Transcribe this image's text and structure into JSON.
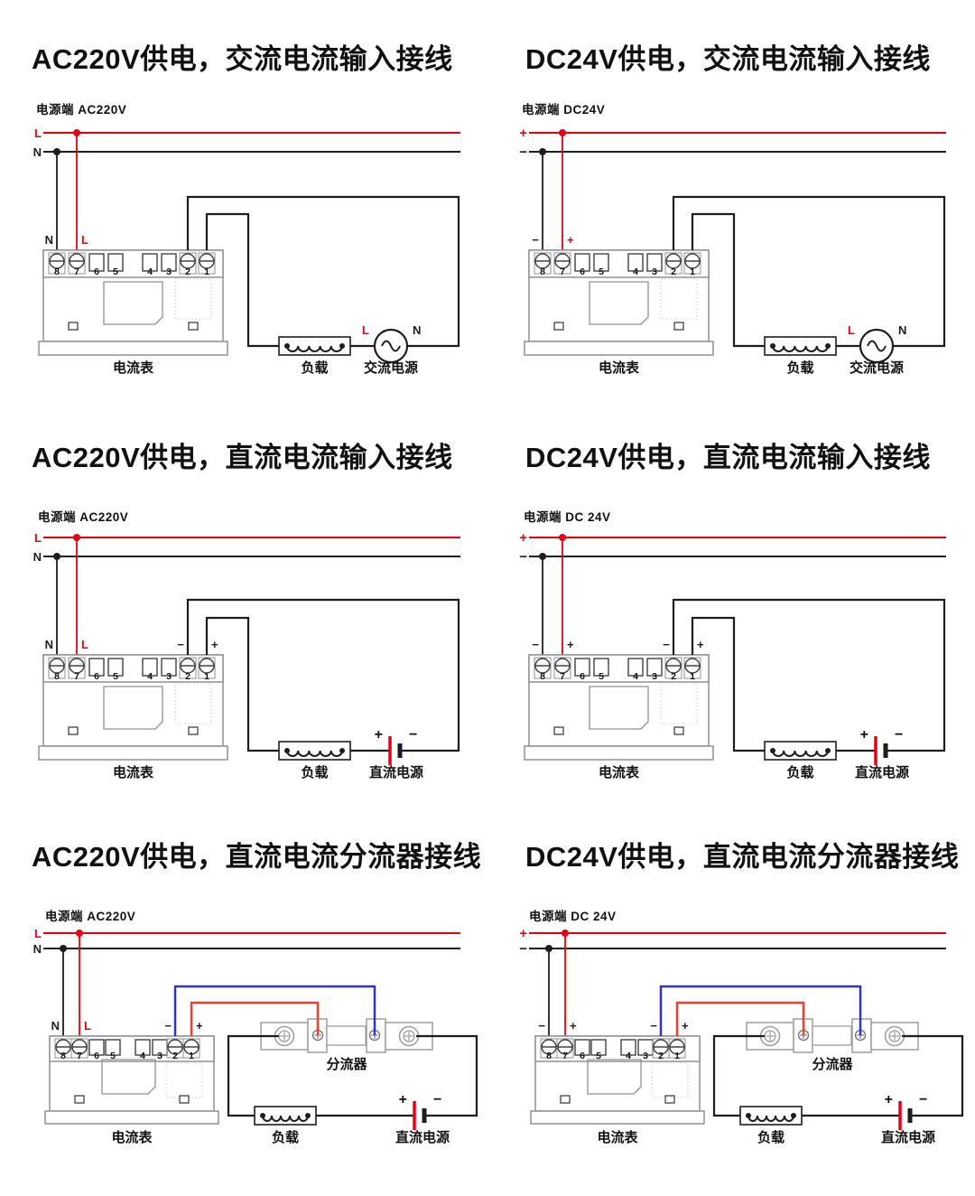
{
  "colors": {
    "wire_red": "#e60012",
    "wire_black": "#1d1d1d",
    "wire_blue": "#2d35c8",
    "wire_orange_red": "#e8432a",
    "outline_gray": "#8e9093",
    "screw_gray": "#3f4143",
    "shunt_gray": "#9b9da0",
    "dashed_hint": "#ccd8f0",
    "text_black": "#111111"
  },
  "shared": {
    "terminal_numbers": [
      "8",
      "7",
      "6",
      "5",
      "4",
      "3",
      "2",
      "1"
    ],
    "meter_label": "电流表",
    "load_label": "负载",
    "ac_source_label": "交流电源",
    "dc_source_label": "直流电源",
    "shunt_label": "分流器",
    "plus": "+",
    "minus": "−",
    "live": "L",
    "neutral": "N"
  },
  "panels": [
    {
      "title": "AC220V供电，交流电流输入接线",
      "power_label": "电源端 AC220V",
      "bus_top": "L",
      "bus_bottom": "N",
      "term8": "N",
      "term7": "L",
      "term7_red": true,
      "term2": "",
      "term1": "",
      "circuit": "ac",
      "source_label": "交流电源",
      "source_left": "L",
      "source_right": "N"
    },
    {
      "title": "DC24V供电，交流电流输入接线",
      "power_label": "电源端 DC24V",
      "bus_top": "+",
      "bus_bottom": "−",
      "term8": "−",
      "term7": "+",
      "term7_red": true,
      "term2": "",
      "term1": "",
      "circuit": "ac",
      "source_label": "交流电源",
      "source_left": "L",
      "source_right": "N"
    },
    {
      "title": "AC220V供电，直流电流输入接线",
      "power_label": "电源端 AC220V",
      "bus_top": "L",
      "bus_bottom": "N",
      "term8": "N",
      "term7": "L",
      "term7_red": true,
      "term2": "−",
      "term1": "+",
      "circuit": "dc",
      "source_label": "直流电源",
      "source_left": "+",
      "source_right": "−"
    },
    {
      "title": "DC24V供电，直流电流输入接线",
      "power_label": "电源端 DC 24V",
      "bus_top": "+",
      "bus_bottom": "−",
      "term8": "−",
      "term7": "+",
      "term7_red": false,
      "term2": "−",
      "term1": "+",
      "circuit": "dc",
      "source_label": "直流电源",
      "source_left": "+",
      "source_right": "−"
    },
    {
      "title": "AC220V供电，直流电流分流器接线",
      "power_label": "电源端 AC220V",
      "bus_top": "L",
      "bus_bottom": "N",
      "term8": "N",
      "term7": "L",
      "term7_red": true,
      "term2": "−",
      "term1": "+",
      "circuit": "shunt",
      "source_label": "直流电源",
      "source_left": "+",
      "source_right": "−"
    },
    {
      "title": "DC24V供电，直流电流分流器接线",
      "power_label": "电源端 DC 24V",
      "bus_top": "+",
      "bus_bottom": "−",
      "term8": "−",
      "term7": "+",
      "term7_red": false,
      "term2": "−",
      "term1": "+",
      "circuit": "shunt",
      "source_label": "直流电源",
      "source_left": "+",
      "source_right": "−"
    }
  ]
}
